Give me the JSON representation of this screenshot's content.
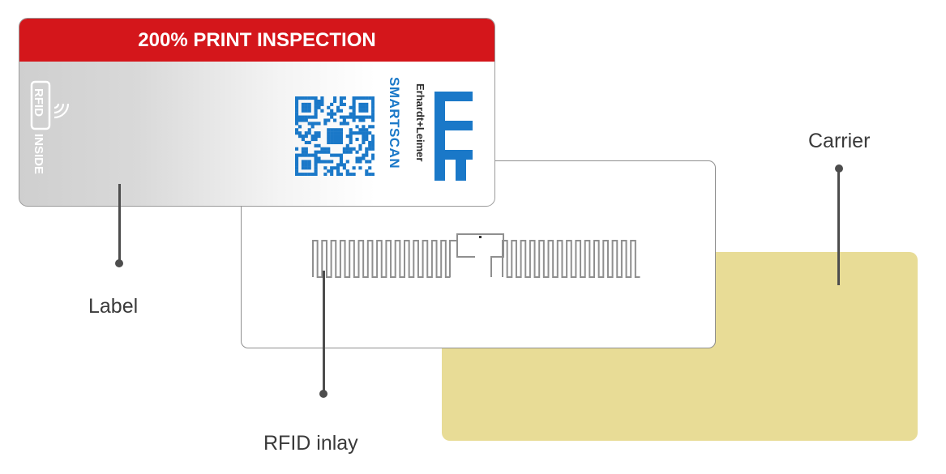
{
  "label": {
    "header": "200% PRINT INSPECTION",
    "rfid_badge": {
      "rfid": "RFID",
      "inside": "INSIDE"
    },
    "brand_product": "SMARTSCAN",
    "brand_company": "Erhardt+Leimer"
  },
  "captions": {
    "label": "Label",
    "inlay": "RFID inlay",
    "carrier": "Carrier"
  },
  "colors": {
    "header_red": "#d4161b",
    "carrier_yellow": "#e8dc96",
    "brand_blue": "#1a78c8",
    "leader_gray": "#4d4d4d"
  },
  "icons": [
    "rfid-wave-icon",
    "qr-code",
    "erhardt-leimer-logo"
  ]
}
